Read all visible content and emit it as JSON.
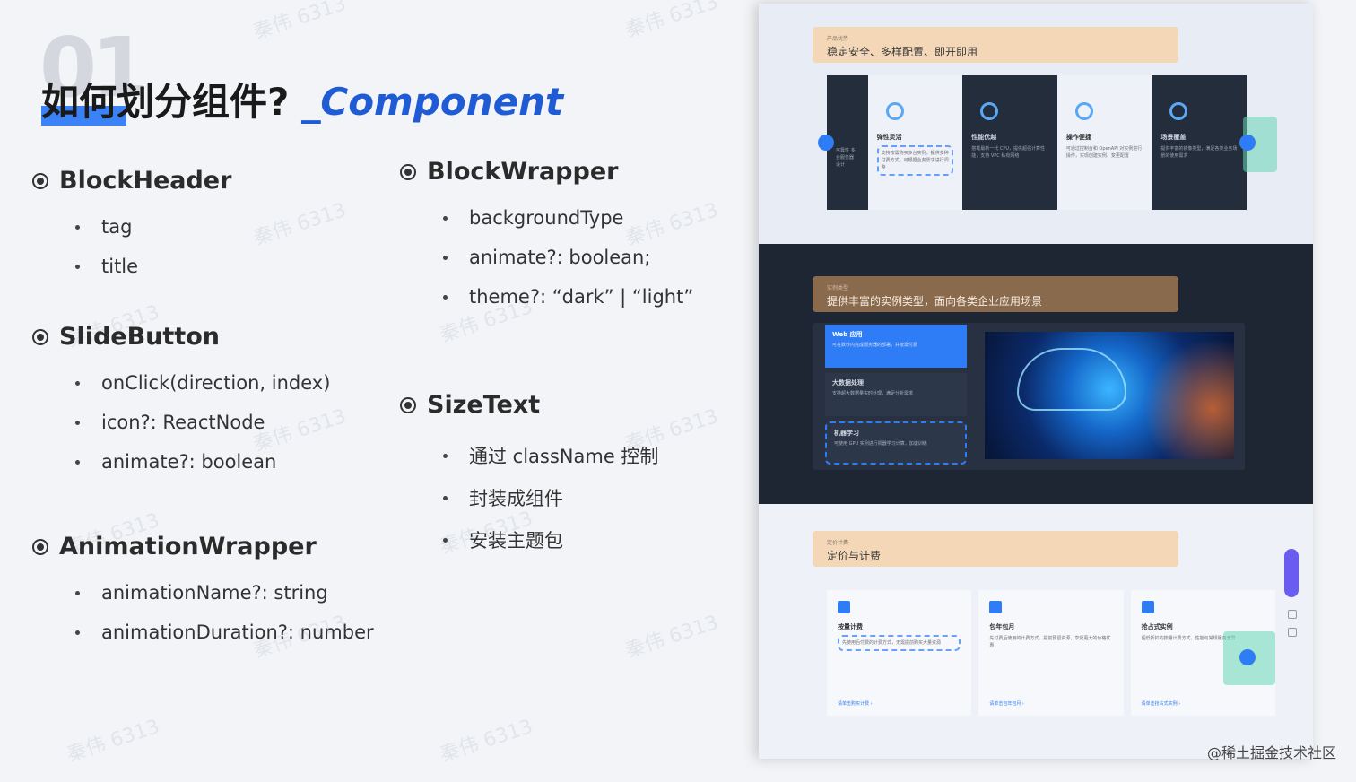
{
  "slide": {
    "number": "01",
    "title_zh": "如何划分组件?",
    "title_en": "_Component"
  },
  "groups": [
    {
      "name": "BlockHeader",
      "items": [
        "tag",
        "title"
      ]
    },
    {
      "name": "SlideButton",
      "items": [
        "onClick(direction, index)",
        "icon?: ReactNode",
        "animate?: boolean"
      ]
    },
    {
      "name": "AnimationWrapper",
      "items": [
        "animationName?: string",
        "animationDuration?: number"
      ]
    },
    {
      "name": "BlockWrapper",
      "items": [
        "backgroundType",
        "animate?: boolean;",
        "theme?: “dark” | “light”"
      ]
    },
    {
      "name": "SizeText",
      "items": [
        "通过 className 控制",
        "封装成组件",
        "安装主题包"
      ]
    }
  ],
  "watermark": "秦伟 6313",
  "screenshot": {
    "section1": {
      "tag": "产品优势",
      "title": "稳定安全、多样配置、即开即用",
      "cards": [
        {
          "title": "",
          "desc": "可靠性 多台服务器 设计"
        },
        {
          "title": "弹性灵活",
          "desc": "支持按需购买多台实例，提供多种付费方式，可根据业务需求进行调整"
        },
        {
          "title": "性能优越",
          "desc": "搭载最新一代 CPU，提供超强计算性能，支持 VPC 私有网络"
        },
        {
          "title": "操作便捷",
          "desc": "可通过控制台和 OpenAPI 对实例进行操作，实现创建实例、变更配置"
        },
        {
          "title": "场景覆盖",
          "desc": "提供丰富的镜像类型，满足各类业务场景的使用需求"
        }
      ]
    },
    "section2": {
      "tag": "实例类型",
      "title": "提供丰富的实例类型，面向各类企业应用场景",
      "tabs": [
        {
          "title": "Web 应用",
          "desc": "可在数秒内完成服务器的部署，并按需付费"
        },
        {
          "title": "大数据处理",
          "desc": "支持超大数据量实时处理，满足分析需求"
        },
        {
          "title": "机器学习",
          "desc": "可使用 GPU 实例进行机器学习计算，加速训练"
        }
      ]
    },
    "section3": {
      "tag": "定价计费",
      "title": "定价与计费",
      "cards": [
        {
          "title": "按量计费",
          "desc": "先使用后付费的计费方式，无需提前购买大量资源",
          "link": "请单击购买计费 ›"
        },
        {
          "title": "包年包月",
          "desc": "先付费后使用的计费方式，提前预留资源，享受更大的价格优惠",
          "link": "请单击包年包月 ›"
        },
        {
          "title": "抢占式实例",
          "desc": "超低折扣的按量计费方式，性能与常规服务无异",
          "link": "请单击抢占式实例 ›"
        }
      ]
    }
  },
  "credit": "@稀土掘金技术社区"
}
